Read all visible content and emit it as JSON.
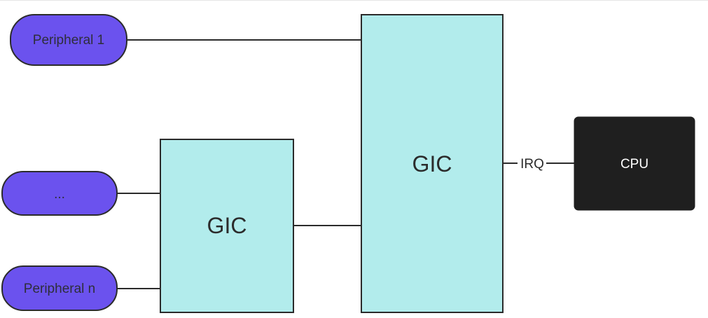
{
  "diagram": {
    "peripherals": [
      {
        "label": "Peripheral 1"
      },
      {
        "label": "..."
      },
      {
        "label": "Peripheral n"
      }
    ],
    "gic_secondary": {
      "label": "GIC"
    },
    "gic_primary": {
      "label": "GIC"
    },
    "irq_label": "IRQ",
    "cpu": {
      "label": "CPU"
    }
  },
  "colors": {
    "peripheral_fill": "#6b52ee",
    "peripheral_text": "#2e2e3a",
    "gic_fill": "#b2ecec",
    "cpu_fill": "#1f1f1f",
    "cpu_text": "#ffffff",
    "stroke": "#2b2b2b"
  }
}
